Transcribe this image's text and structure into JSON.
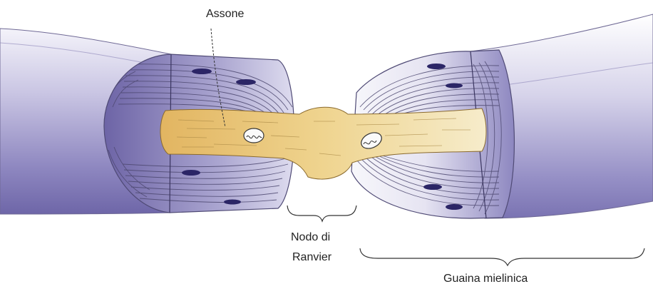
{
  "labels": {
    "axon": "Assone",
    "node_line1": "Nodo di",
    "node_line2": "Ranvier",
    "sheath": "Guaina mielinica"
  },
  "colors": {
    "sheath_dark": "#6c63a6",
    "sheath_light": "#d7d4ec",
    "sheath_white": "#f6f6fb",
    "wrap_line": "#5f5a7a",
    "axon_fill": "#e7c27c",
    "axon_light": "#f3e7bf",
    "nucleus": "#2b2566"
  }
}
